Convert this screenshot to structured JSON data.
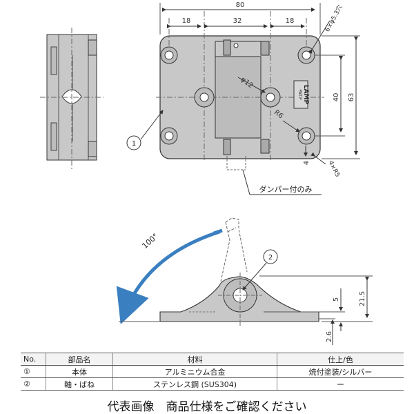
{
  "top_view": {
    "dim_width": "80",
    "dim_18_left": "18",
    "dim_32": "32",
    "dim_18_right": "18",
    "dim_hole_label": "6×φ5.3穴",
    "dim_height_outer": "63",
    "dim_height_inner": "40",
    "dim_phi12": "φ12",
    "dim_r6": "R6",
    "dim_4": "4",
    "dim_corner": "4×R5",
    "logo_text": "LAMP",
    "logo_sub": "PAT.P",
    "callout_1": "1",
    "damper_note": "ダンパー付のみ"
  },
  "side_view": {
    "angle_label": "100°",
    "callout_2": "2",
    "dim_21_5": "21.5",
    "dim_5": "5",
    "dim_2_6": "2.6"
  },
  "table": {
    "headers": [
      "No.",
      "部品名",
      "材料",
      "仕上/色"
    ],
    "rows": [
      [
        "①",
        "本体",
        "アルミニウム合金",
        "焼付塗装/シルバー"
      ],
      [
        "②",
        "軸・ばね",
        "ステンレス鋼 (SUS304)",
        "ー"
      ]
    ]
  },
  "caption": "代表画像　商品仕様をご確認ください"
}
